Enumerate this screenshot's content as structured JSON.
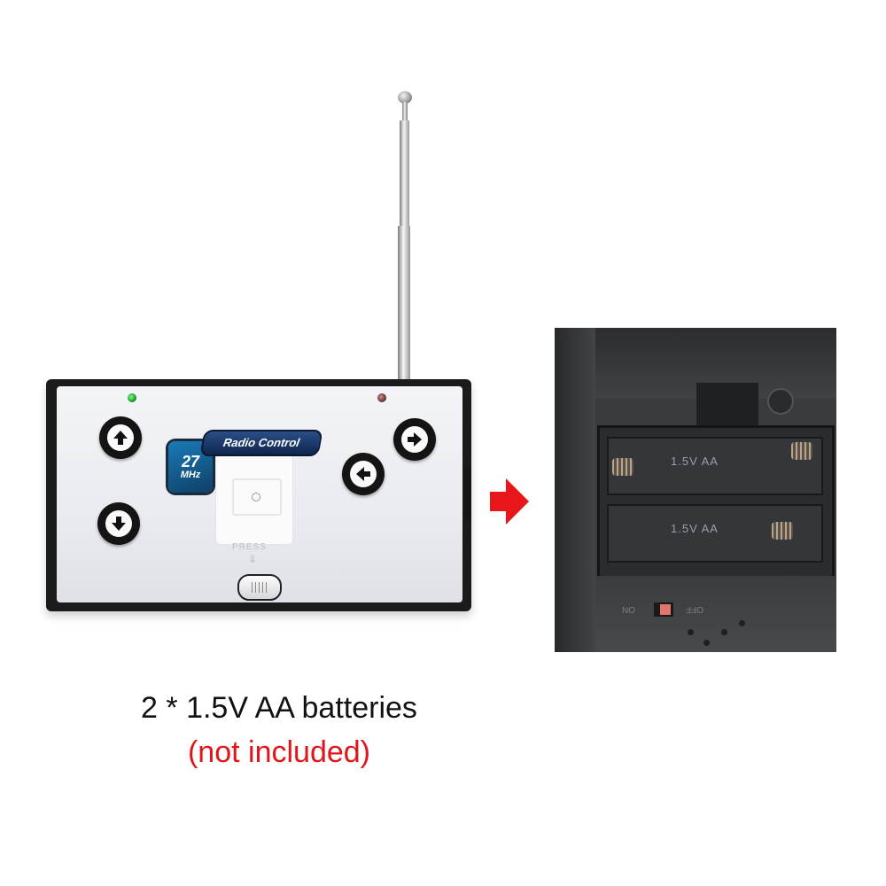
{
  "remote": {
    "badge_number": "27",
    "badge_unit": "MHz",
    "label": "Radio Control",
    "press_label": "PRESS"
  },
  "battery_compartment": {
    "cell_labels": [
      "1.5V AA",
      "1.5V AA"
    ],
    "switch_on": "ON",
    "switch_off": "OFF"
  },
  "caption": {
    "main": "2 * 1.5V AA batteries",
    "note": "(not included)"
  },
  "colors": {
    "note_text": "#e0161b",
    "arrow": "#e8161b",
    "badge_blue": "#1a7bb8"
  },
  "icons": [
    "arrow-up-icon",
    "arrow-down-icon",
    "arrow-left-icon",
    "arrow-right-icon",
    "red-arrow-icon"
  ]
}
